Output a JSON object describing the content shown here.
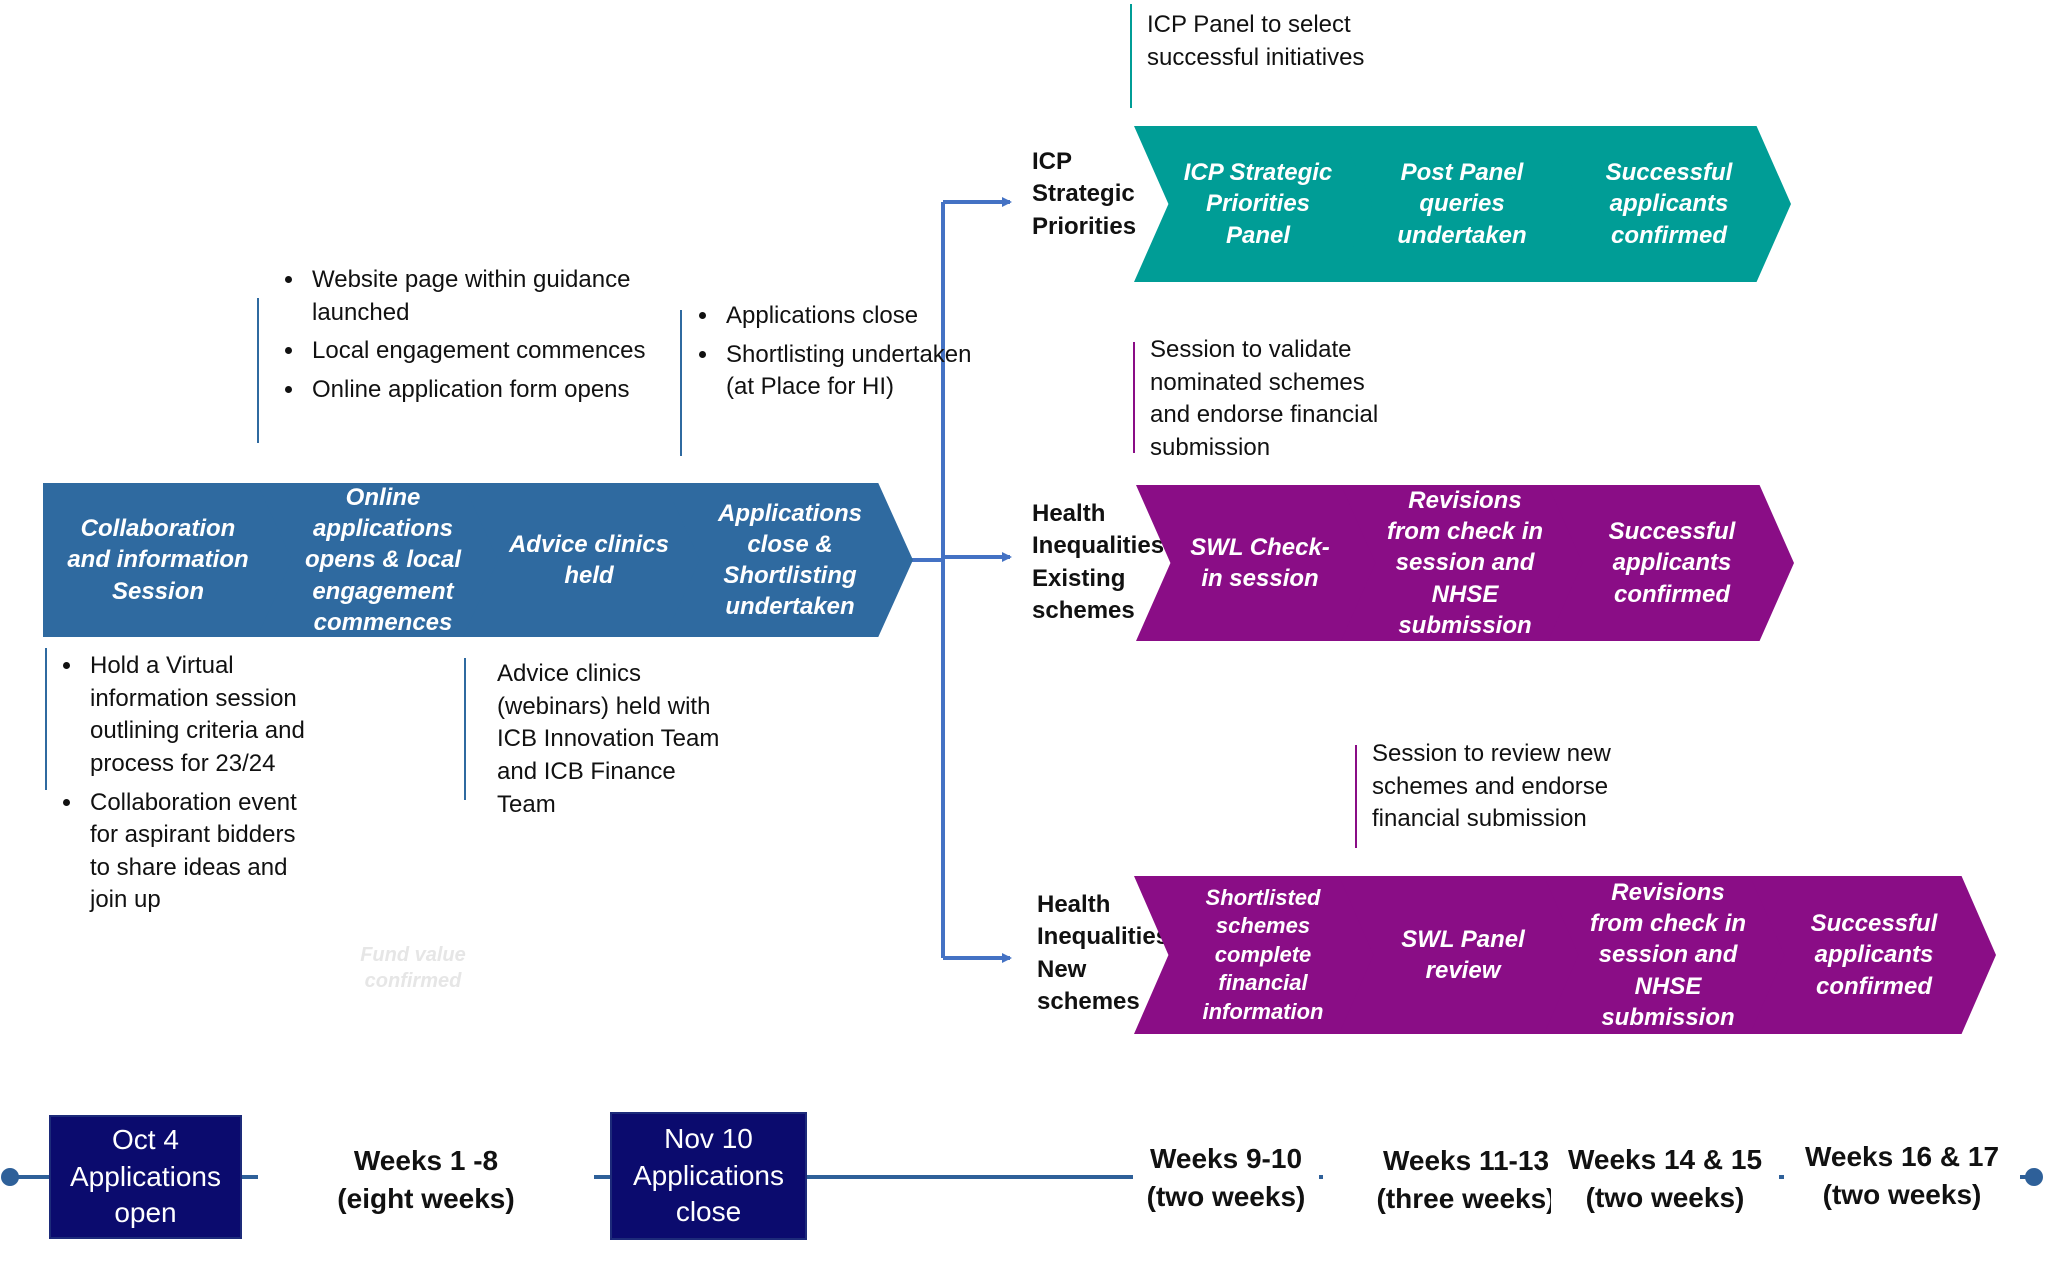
{
  "colors": {
    "blue": "#2f6aa0",
    "teal": "#009d96",
    "purple": "#8a0d86",
    "navy": "#0b0b6e",
    "arrow": "#4472c4",
    "timeline": "#2e6099"
  },
  "main_flow": [
    "Collaboration and information Session",
    "Online applications opens & local engagement commences",
    "Advice clinics held",
    "Applications close & Shortlisting undertaken"
  ],
  "notes": {
    "website_bullets": [
      "Website page within guidance launched",
      "Local engagement commences",
      "Online application form opens"
    ],
    "applications_bullets": [
      "Applications close",
      "Shortlisting undertaken (at Place for HI)"
    ],
    "virtual_bullets": [
      "Hold a Virtual information session outlining criteria and process for 23/24",
      "Collaboration event for aspirant bidders to share ideas and join up"
    ],
    "advice_clinics": "Advice clinics (webinars) held with ICB Innovation Team and ICB Finance Team",
    "fund_value": "Fund value confirmed",
    "icp_panel": "ICP Panel to select successful initiatives",
    "validate_session": "Session to validate nominated schemes and endorse financial submission",
    "review_session": "Session to review new schemes and endorse financial submission"
  },
  "tracks": {
    "icp": {
      "label": "ICP Strategic Priorities",
      "steps": [
        "ICP Strategic Priorities Panel",
        "Post Panel queries undertaken",
        "Successful applicants confirmed"
      ]
    },
    "hi_existing": {
      "label": "Health Inequalities Existing schemes",
      "steps": [
        "SWL Check-in session",
        "Revisions from check in session and NHSE submission",
        "Successful applicants confirmed"
      ]
    },
    "hi_new": {
      "label": "Health Inequalities New schemes",
      "steps": [
        "Shortlisted schemes complete financial information",
        "SWL Panel review",
        "Revisions from check in session and NHSE submission",
        "Successful applicants confirmed"
      ]
    }
  },
  "timeline": {
    "milestones": [
      {
        "line1": "Oct 4",
        "line2": "Applications",
        "line3": "open"
      },
      {
        "line1": "Nov 10",
        "line2": "Applications",
        "line3": "close"
      }
    ],
    "periods": [
      {
        "line1": "Weeks 1 -8",
        "line2": "(eight weeks)"
      },
      {
        "line1": "Weeks 9-10",
        "line2": "(two weeks)"
      },
      {
        "line1": "Weeks 11-13",
        "line2": "(three weeks)"
      },
      {
        "line1": "Weeks 14 & 15",
        "line2": "(two weeks)"
      },
      {
        "line1": "Weeks 16 & 17",
        "line2": "(two weeks)"
      }
    ]
  }
}
